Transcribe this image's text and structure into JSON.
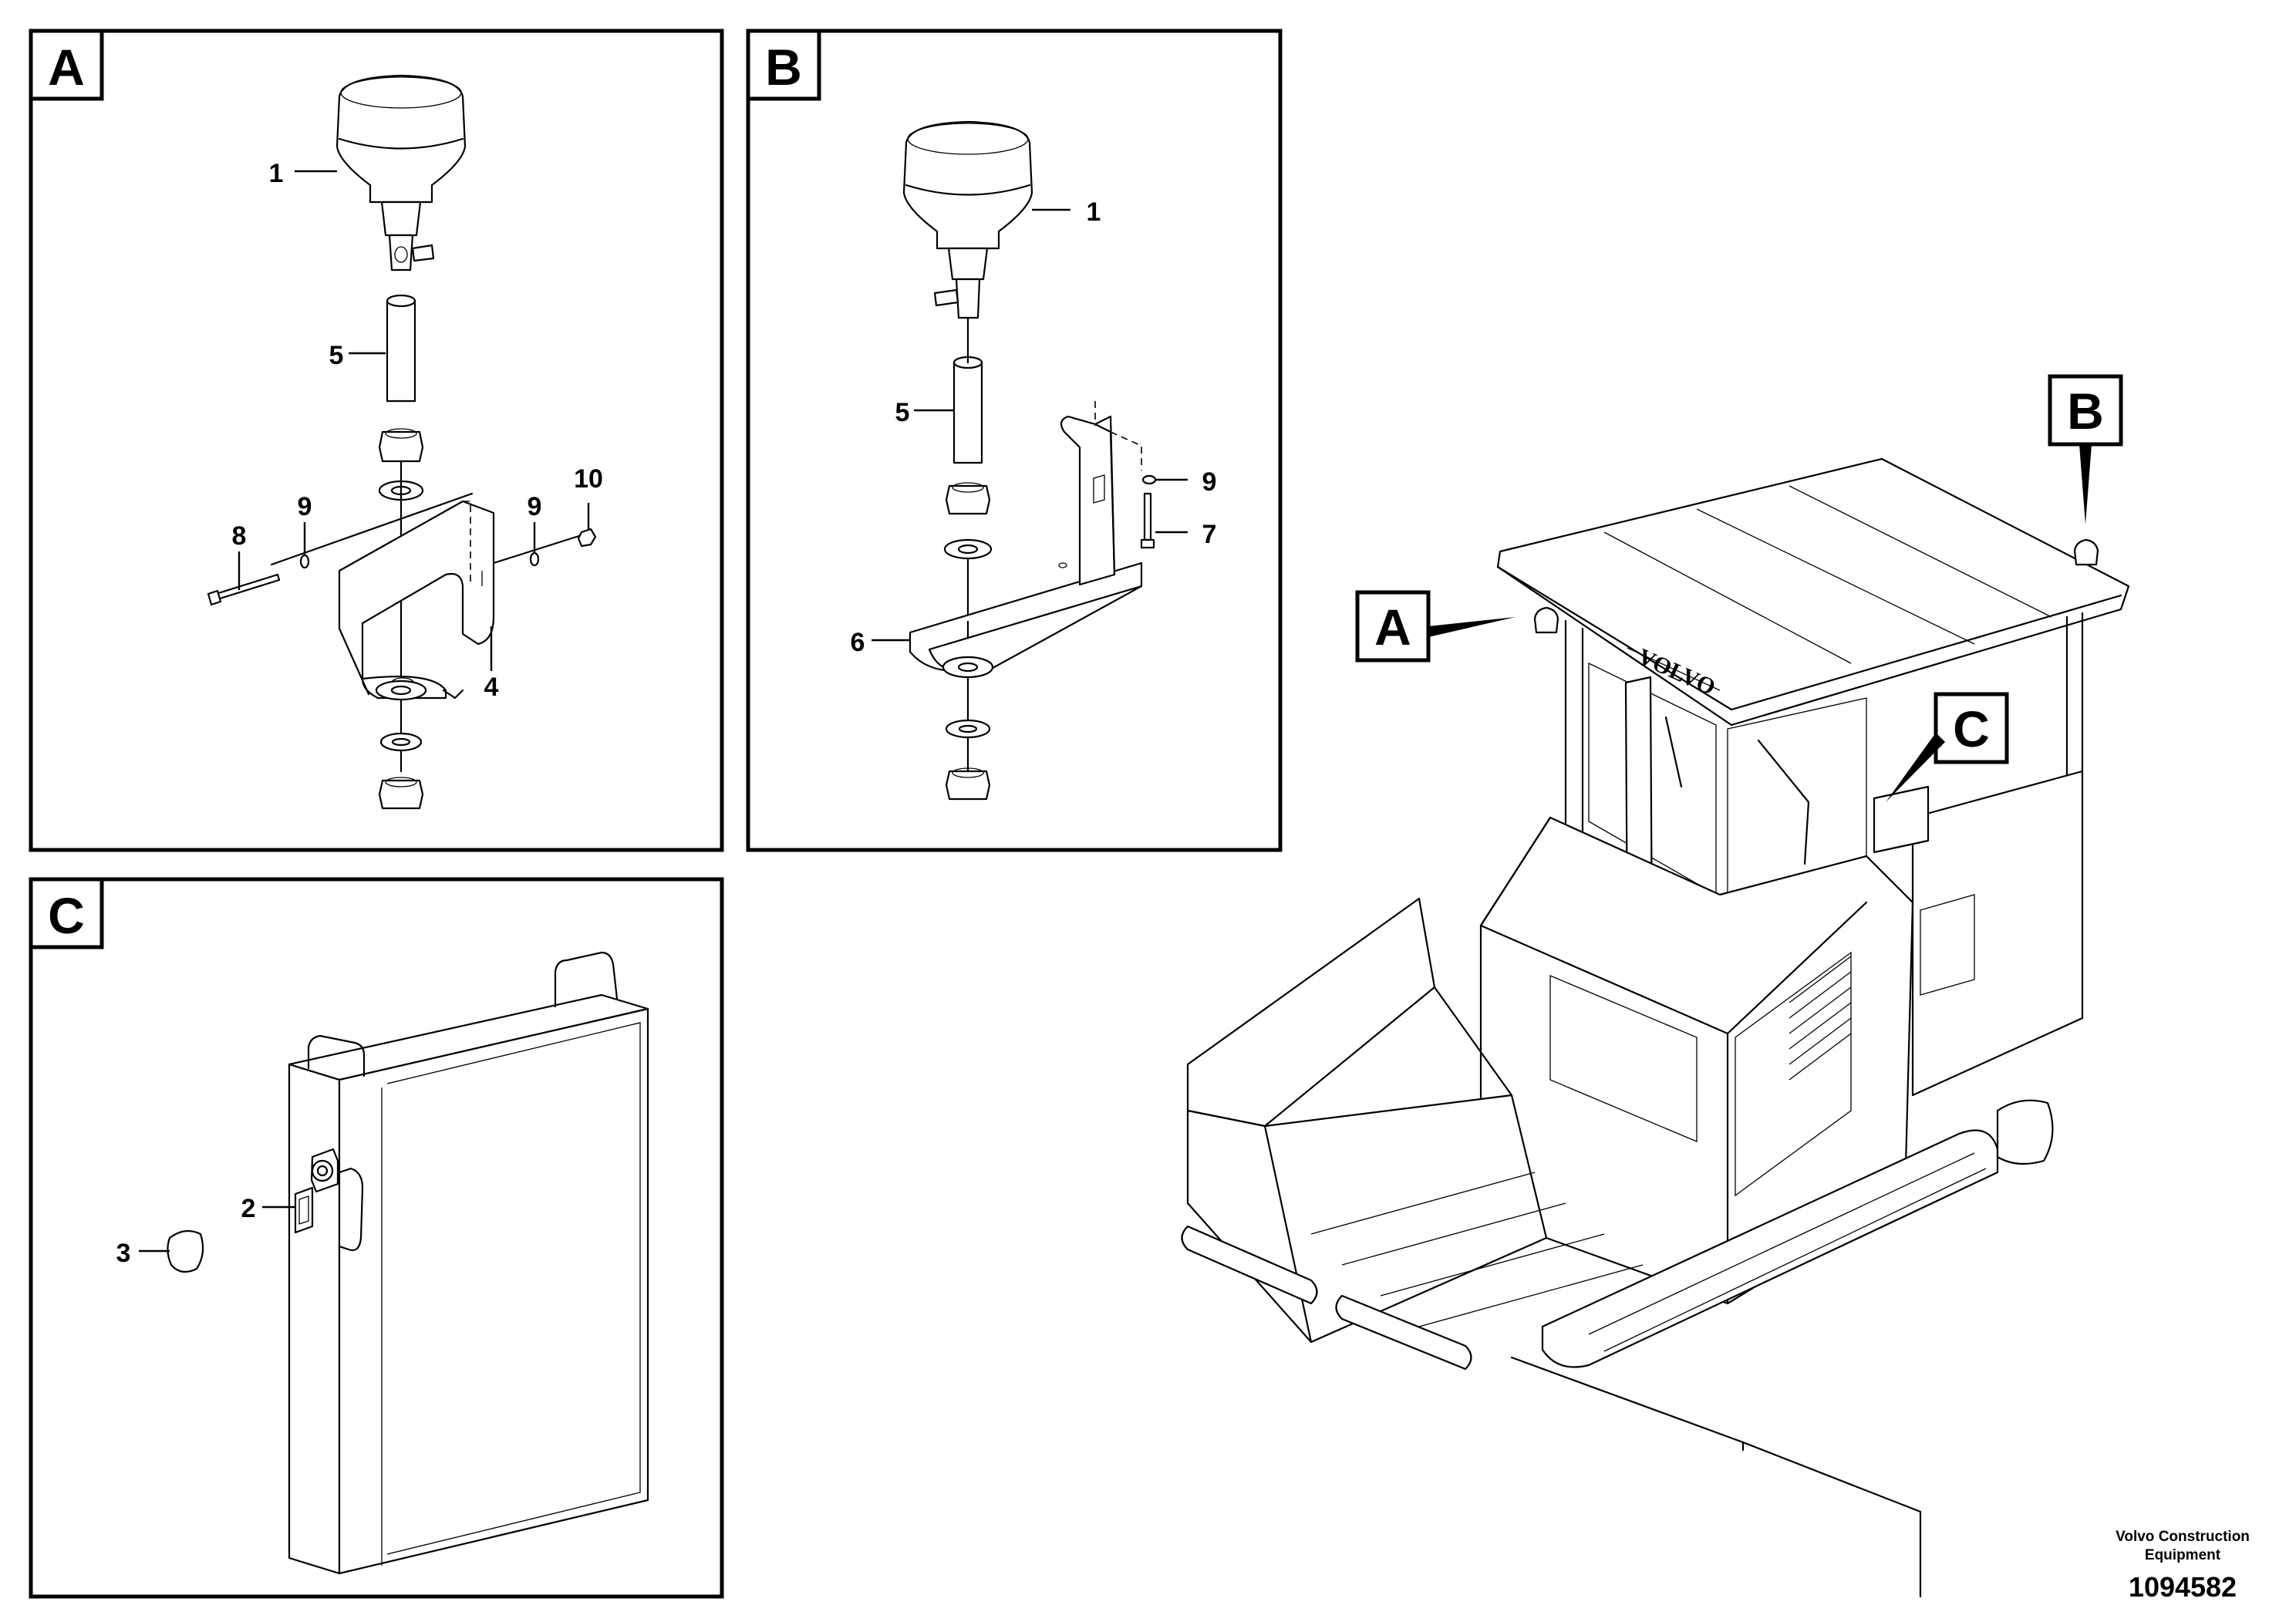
{
  "panels": [
    {
      "id": "A",
      "label": "A"
    },
    {
      "id": "B",
      "label": "B"
    },
    {
      "id": "C",
      "label": "C"
    }
  ],
  "callouts": {
    "A": [
      "1",
      "5",
      "8",
      "9",
      "9",
      "10",
      "4"
    ],
    "B": [
      "1",
      "5",
      "9",
      "7",
      "6"
    ],
    "C": [
      "2",
      "3"
    ]
  },
  "overview": {
    "location_tags": [
      "A",
      "B",
      "C"
    ],
    "machine_brand_mark": "VOLVO"
  },
  "footer": {
    "publisher_line1": "Volvo Construction",
    "publisher_line2": "Equipment",
    "drawing_number": "1094582"
  },
  "icons": [
    "beacon-lamp-icon",
    "spacer-tube-icon",
    "nut-icon",
    "washer-icon",
    "bolt-icon",
    "bracket-icon",
    "cabinet-icon",
    "keyhole-cap-icon",
    "asphalt-paver-icon"
  ]
}
